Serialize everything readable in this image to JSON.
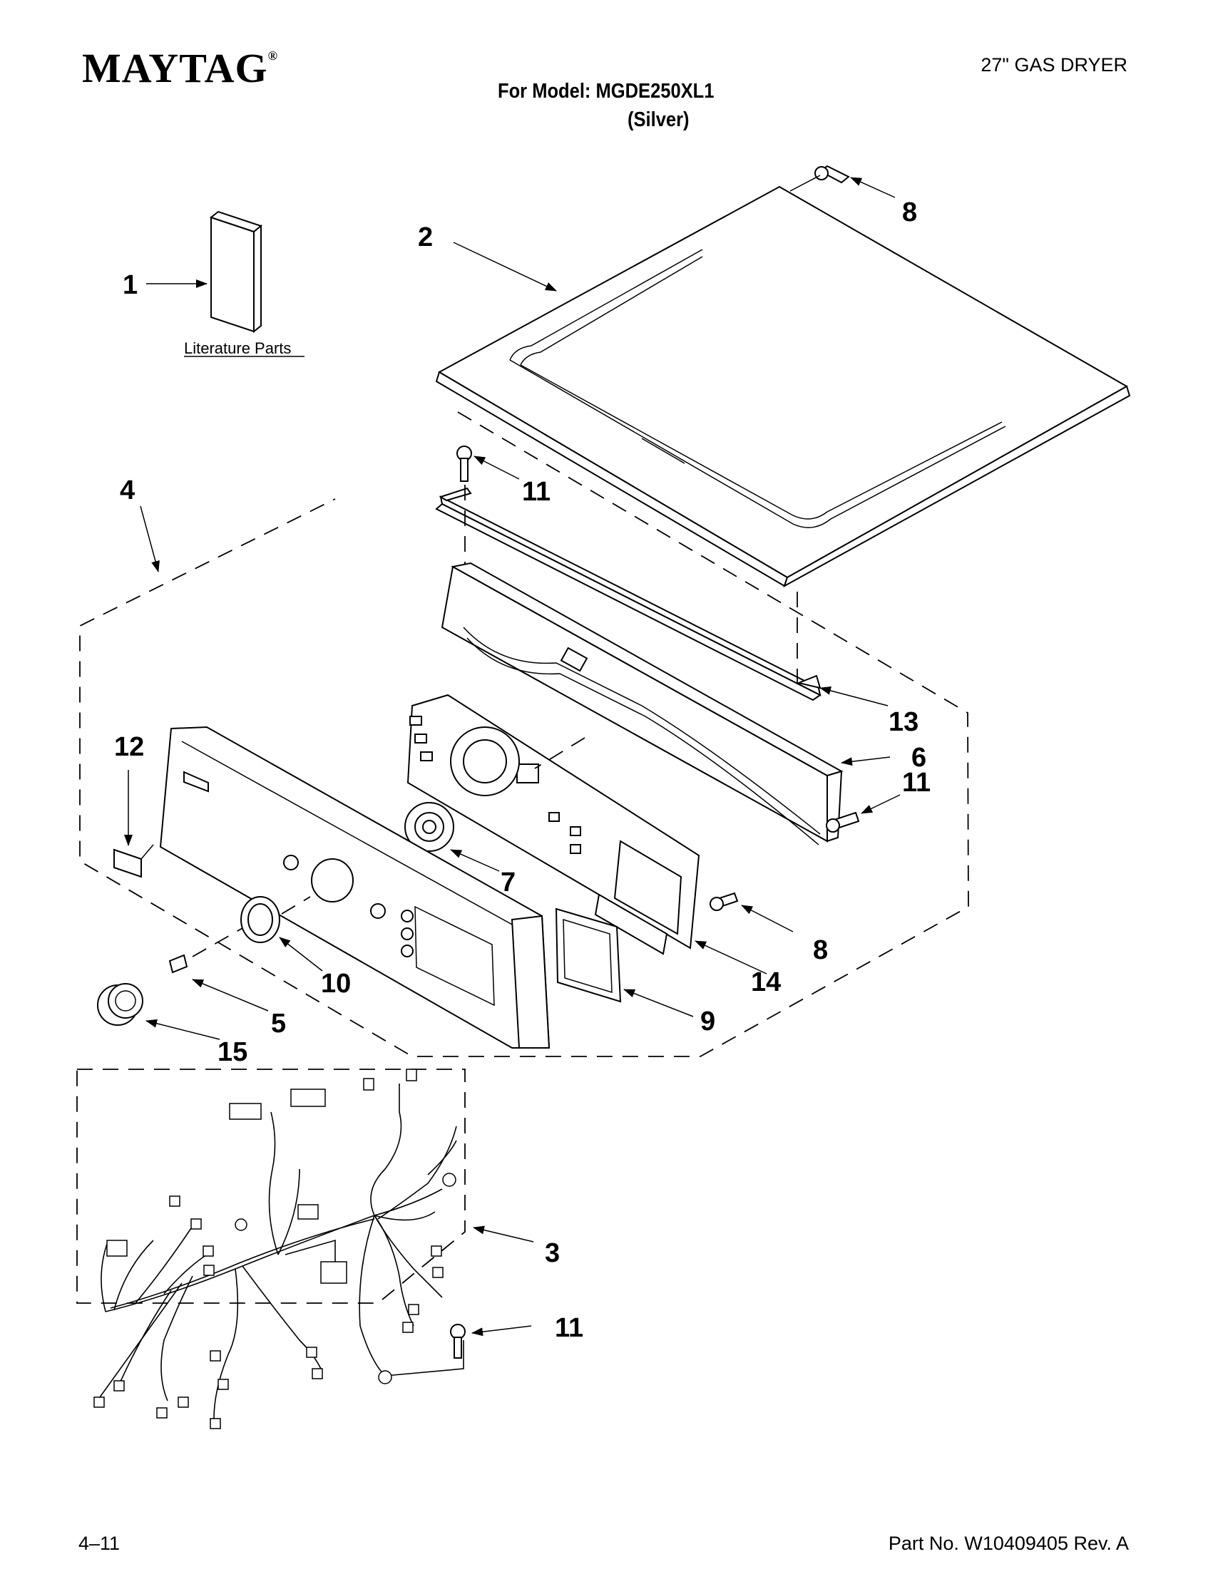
{
  "header": {
    "brand": "MAYTAG",
    "brand_mark": "®",
    "product": "27\" GAS DRYER",
    "model_line": "For Model: MGDE250XL1",
    "color_line": "(Silver)"
  },
  "diagram": {
    "literature_label": "Literature Parts",
    "callouts": {
      "c1": "1",
      "c2": "2",
      "c3": "3",
      "c4": "4",
      "c5": "5",
      "c6": "6",
      "c7": "7",
      "c8a": "8",
      "c8b": "8",
      "c9": "9",
      "c10": "10",
      "c11a": "11",
      "c11b": "11",
      "c11c": "11",
      "c12": "12",
      "c13": "13",
      "c14": "14",
      "c15": "15"
    }
  },
  "footer": {
    "page": "4–11",
    "part_no": "Part No. W10409405 Rev. A"
  }
}
